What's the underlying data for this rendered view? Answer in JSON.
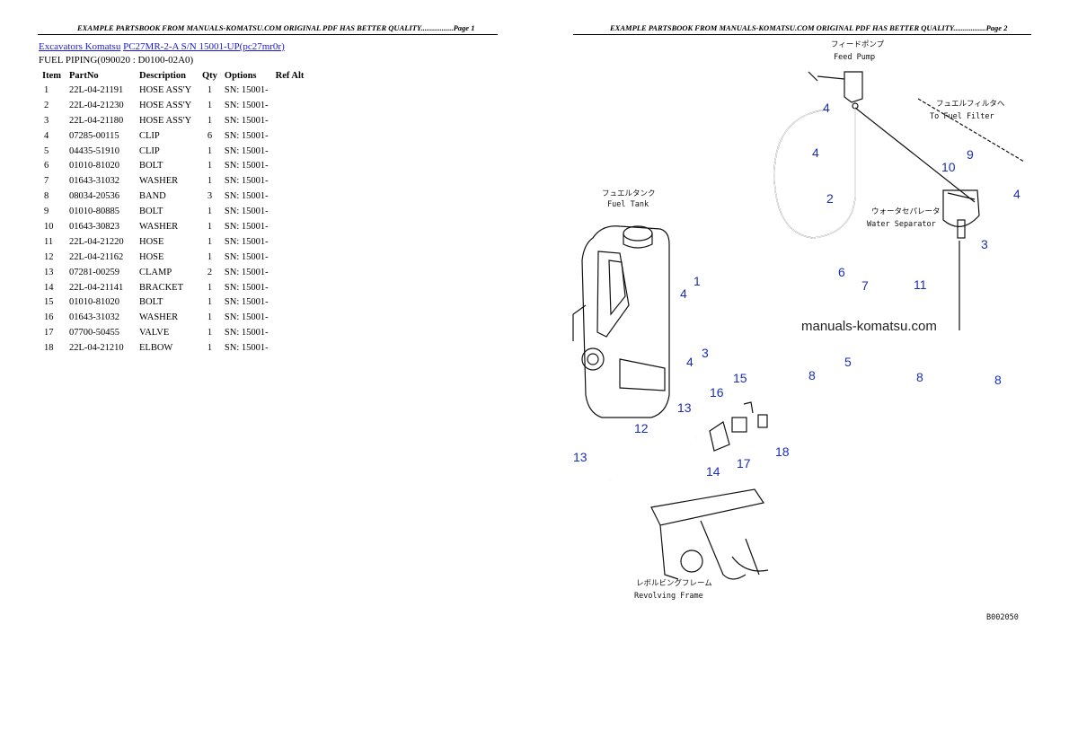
{
  "header": {
    "left": "EXAMPLE PARTSBOOK FROM MANUALS-KOMATSU.COM ORIGINAL PDF HAS BETTER QUALITY.................Page 1",
    "right": "EXAMPLE PARTSBOOK FROM MANUALS-KOMATSU.COM ORIGINAL PDF HAS BETTER QUALITY.................Page 2"
  },
  "breadcrumb": {
    "link1": "Excavators Komatsu",
    "link2": "PC27MR-2-A S/N 15001-UP(pc27mr0r)"
  },
  "section_title": "FUEL PIPING(090020 : D0100-02A0)",
  "table": {
    "headers": [
      "Item",
      "PartNo",
      "Description",
      "Qty",
      "Options",
      "Ref Alt"
    ],
    "rows": [
      [
        "1",
        "22L-04-21191",
        "HOSE ASS'Y",
        "1",
        "SN: 15001-",
        ""
      ],
      [
        "2",
        "22L-04-21230",
        "HOSE ASS'Y",
        "1",
        "SN: 15001-",
        ""
      ],
      [
        "3",
        "22L-04-21180",
        "HOSE ASS'Y",
        "1",
        "SN: 15001-",
        ""
      ],
      [
        "4",
        "07285-00115",
        "CLIP",
        "6",
        "SN: 15001-",
        ""
      ],
      [
        "5",
        "04435-51910",
        "CLIP",
        "1",
        "SN: 15001-",
        ""
      ],
      [
        "6",
        "01010-81020",
        "BOLT",
        "1",
        "SN: 15001-",
        ""
      ],
      [
        "7",
        "01643-31032",
        "WASHER",
        "1",
        "SN: 15001-",
        ""
      ],
      [
        "8",
        "08034-20536",
        "BAND",
        "3",
        "SN: 15001-",
        ""
      ],
      [
        "9",
        "01010-80885",
        "BOLT",
        "1",
        "SN: 15001-",
        ""
      ],
      [
        "10",
        "01643-30823",
        "WASHER",
        "1",
        "SN: 15001-",
        ""
      ],
      [
        "11",
        "22L-04-21220",
        "HOSE",
        "1",
        "SN: 15001-",
        ""
      ],
      [
        "12",
        "22L-04-21162",
        "HOSE",
        "1",
        "SN: 15001-",
        ""
      ],
      [
        "13",
        "07281-00259",
        "CLAMP",
        "2",
        "SN: 15001-",
        ""
      ],
      [
        "14",
        "22L-04-21141",
        "BRACKET",
        "1",
        "SN: 15001-",
        ""
      ],
      [
        "15",
        "01010-81020",
        "BOLT",
        "1",
        "SN: 15001-",
        ""
      ],
      [
        "16",
        "01643-31032",
        "WASHER",
        "1",
        "SN: 15001-",
        ""
      ],
      [
        "17",
        "07700-50455",
        "VALVE",
        "1",
        "SN: 15001-",
        ""
      ],
      [
        "18",
        "22L-04-21210",
        "ELBOW",
        "1",
        "SN: 15001-",
        ""
      ]
    ]
  },
  "diagram": {
    "feed_pump_jp": "フィードポンプ",
    "feed_pump_en": "Feed Pump",
    "fuel_filter_jp": "フュエルフィルタへ",
    "fuel_filter_en": "To Fuel Filter",
    "fuel_tank_jp": "フュエルタンク",
    "fuel_tank_en": "Fuel Tank",
    "water_sep_jp": "ウォータセパレータ",
    "water_sep_en": "Water Separator",
    "revolving_jp": "レボルビングフレーム",
    "revolving_en": "Revolving Frame",
    "watermark": "manuals-komatsu.com",
    "code": "B002050",
    "callouts": {
      "c1": "1",
      "c2": "2",
      "c3a": "3",
      "c3b": "3",
      "c4a": "4",
      "c4b": "4",
      "c4c": "4",
      "c4d": "4",
      "c4e": "4",
      "c5": "5",
      "c6": "6",
      "c7": "7",
      "c8a": "8",
      "c8b": "8",
      "c8c": "8",
      "c9": "9",
      "c10": "10",
      "c11": "11",
      "c12": "12",
      "c13a": "13",
      "c13b": "13",
      "c14": "14",
      "c15": "15",
      "c16": "16",
      "c17": "17",
      "c18": "18"
    }
  }
}
